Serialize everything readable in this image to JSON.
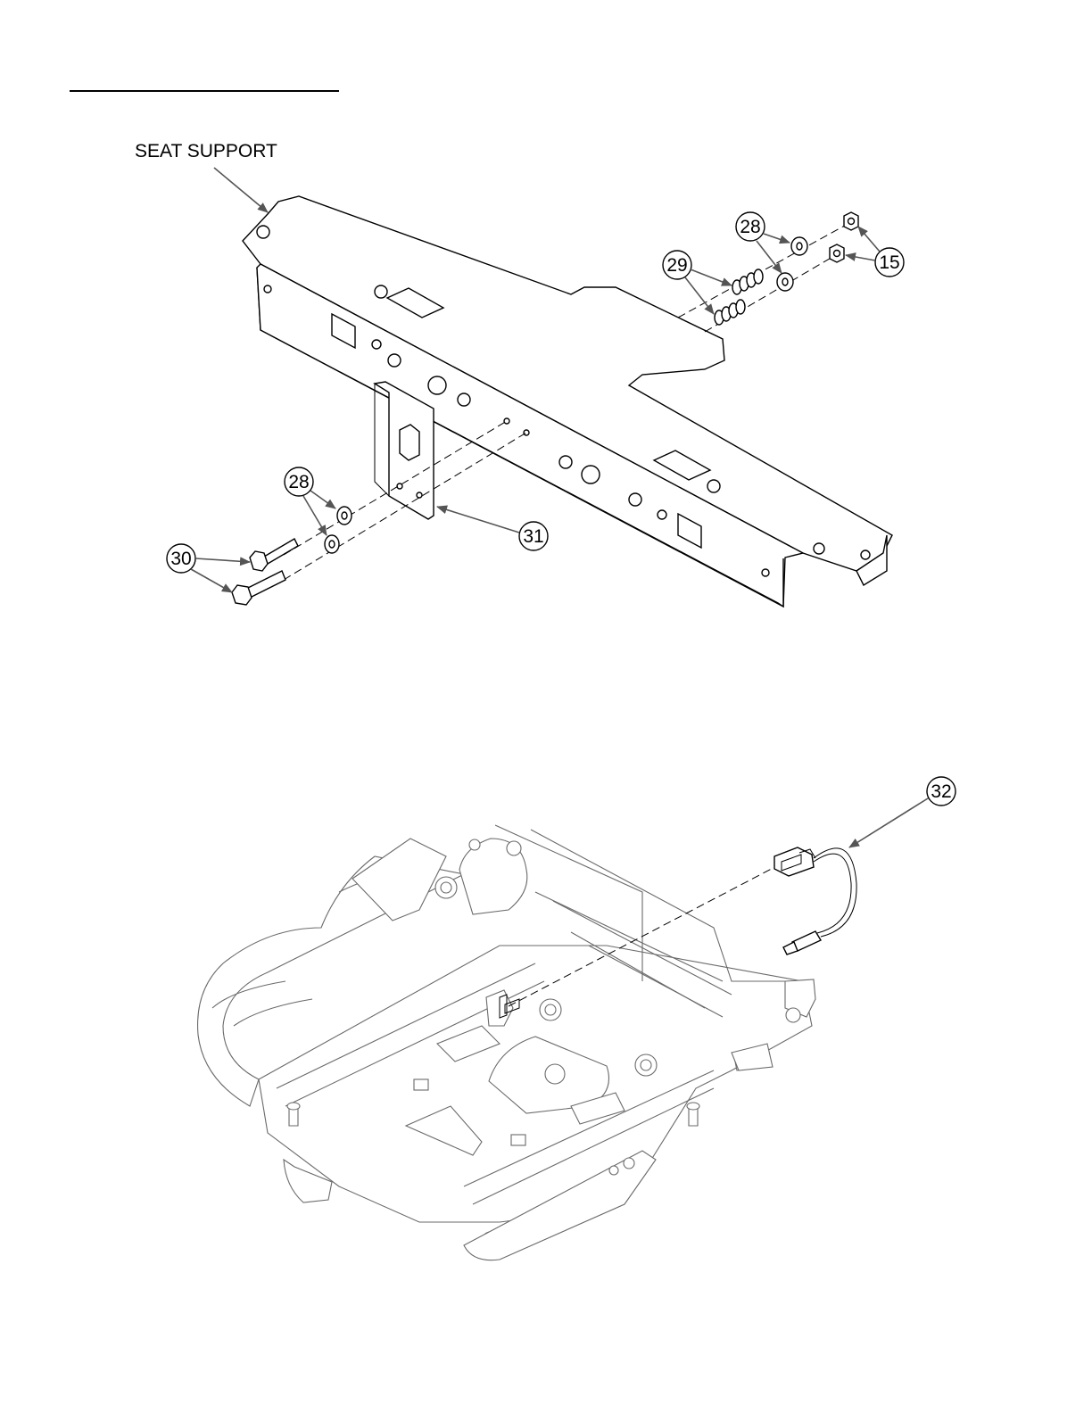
{
  "upper_view": {
    "callout_seat_support": "SEAT SUPPORT",
    "part_28_top": "28",
    "part_15": "15",
    "part_29": "29",
    "part_28_bottom": "28",
    "part_31": "31",
    "part_30": "30"
  },
  "lower_view": {
    "part_32": "32"
  }
}
